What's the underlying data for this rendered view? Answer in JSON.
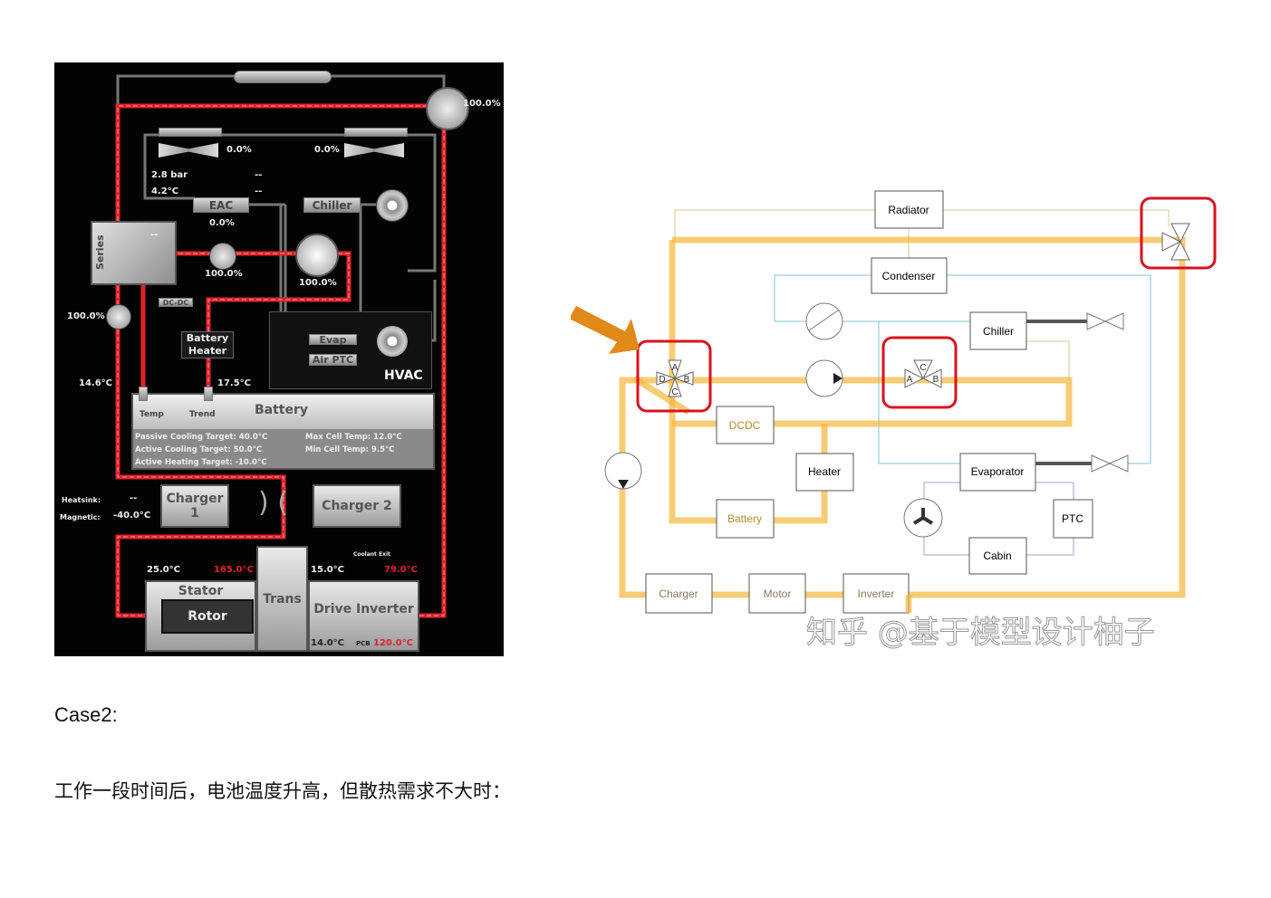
{
  "left_diagram": {
    "radiator_valve_pct": "100.0%",
    "fan_left_pct": "0.0%",
    "fan_right_pct": "0.0%",
    "pressure": "2.8 bar",
    "refrigerant_temp": "4.2°C",
    "dash1": "--",
    "dash2": "--",
    "eac_label": "EAC",
    "eac_pct": "0.0%",
    "chiller_label": "Chiller",
    "series_label": "Series",
    "series_value": "--",
    "pump1_pct": "100.0%",
    "pump_big_pct": "100.0%",
    "dcdc_label": "DC-DC",
    "pump2_pct": "100.0%",
    "battery_heater_label": "Battery Heater",
    "evap_label": "Evap",
    "air_ptc_label": "Air PTC",
    "hvac_label": "HVAC",
    "inlet_temp": "14.6°C",
    "trend_temp": "17.5°C",
    "battery": {
      "title": "Battery",
      "temp_label": "Temp",
      "trend_label": "Trend",
      "passive_label": "Passive Cooling Target:",
      "passive_value": "40.0°C",
      "active_cool_label": "Active Cooling Target:",
      "active_cool_value": "50.0°C",
      "active_heat_label": "Active Heating Target:",
      "active_heat_value": "-10.0°C",
      "max_cell_label": "Max Cell Temp:",
      "max_cell_value": "12.0°C",
      "min_cell_label": "Min Cell Temp:",
      "min_cell_value": "9.5°C"
    },
    "heatsink_label": "Heatsink:",
    "heatsink_value": "--",
    "magnetic_label": "Magnetic:",
    "magnetic_value": "-40.0°C",
    "charger1_label": "Charger 1",
    "charger2_label": "Charger 2",
    "stator_temp": "25.0°C",
    "stator_max": "165.0°C",
    "inverter_temp": "15.0°C",
    "coolant_exit_label": "Coolant Exit",
    "coolant_exit_value": "79.0°C",
    "stator_label": "Stator",
    "rotor_label": "Rotor",
    "trans_label": "Trans",
    "drive_inverter_label": "Drive Inverter",
    "inverter_low_temp": "14.0°C",
    "pcb_label": "PCB",
    "pcb_value": "120.0°C"
  },
  "right_diagram": {
    "radiator": "Radiator",
    "condenser": "Condenser",
    "chiller": "Chiller",
    "dcdc": "DCDC",
    "heater": "Heater",
    "evaporator": "Evaporator",
    "battery": "Battery",
    "ptc": "PTC",
    "cabin": "Cabin",
    "charger": "Charger",
    "motor": "Motor",
    "inverter": "Inverter",
    "valve4_ports": [
      "A",
      "B",
      "C",
      "D"
    ],
    "valve3_ports": [
      "A",
      "B",
      "C"
    ],
    "watermark": "知乎 @基于模型设计柚子",
    "coolant_color": "#f5b63a",
    "highlight_color": "#d9121f",
    "arrow_color": "#e08a1a"
  },
  "text": {
    "case_heading": "Case2:",
    "description": "工作一段时间后，电池温度升高，但散热需求不大时："
  }
}
